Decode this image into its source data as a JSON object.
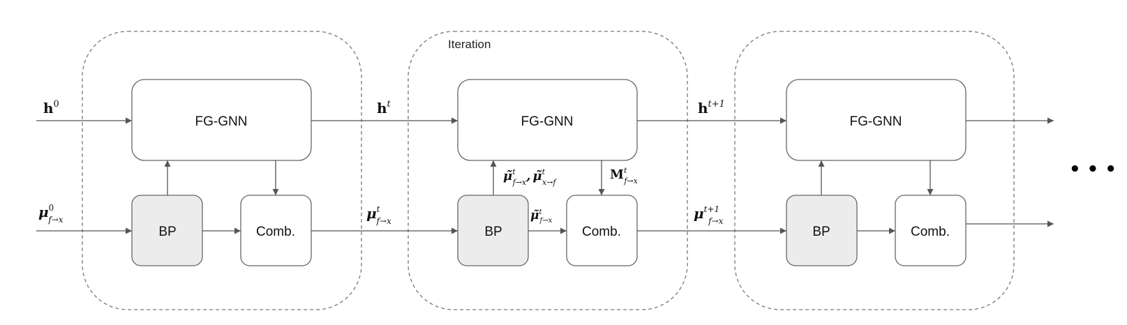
{
  "diagram": {
    "iteration_label": "Iteration",
    "blocks": [
      {
        "fg_gnn": "FG-GNN",
        "bp": "BP",
        "comb": "Comb."
      },
      {
        "fg_gnn": "FG-GNN",
        "bp": "BP",
        "comb": "Comb."
      },
      {
        "fg_gnn": "FG-GNN",
        "bp": "BP",
        "comb": "Comb."
      }
    ],
    "labels": {
      "h0": {
        "base": "h",
        "sup": "0"
      },
      "ht": {
        "base": "h",
        "sup": "t"
      },
      "ht1": {
        "base": "h",
        "sup": "t+1"
      },
      "mu0": {
        "base": "μ",
        "sup": "0",
        "sub": "f→x"
      },
      "mut": {
        "base": "μ",
        "sup": "t",
        "sub": "f→x"
      },
      "mut1": {
        "base": "μ",
        "sup": "t+1",
        "sub": "f→x"
      },
      "mtilde_pair": {
        "base1": "μ̃",
        "sup1": "t",
        "sub1": "f→x",
        "sep": ",",
        "base2": "μ̃",
        "sup2": "t",
        "sub2": "x→f"
      },
      "mtilde_fx": {
        "base": "μ̃",
        "sup": "t",
        "sub": "f→x"
      },
      "M": {
        "base": "M",
        "sup": "t",
        "sub": "f→x"
      }
    },
    "ellipsis": "• • •",
    "colors": {
      "line": "#555555",
      "box_border": "#666666",
      "bp_fill": "#ececec",
      "dash": "#777777"
    }
  }
}
